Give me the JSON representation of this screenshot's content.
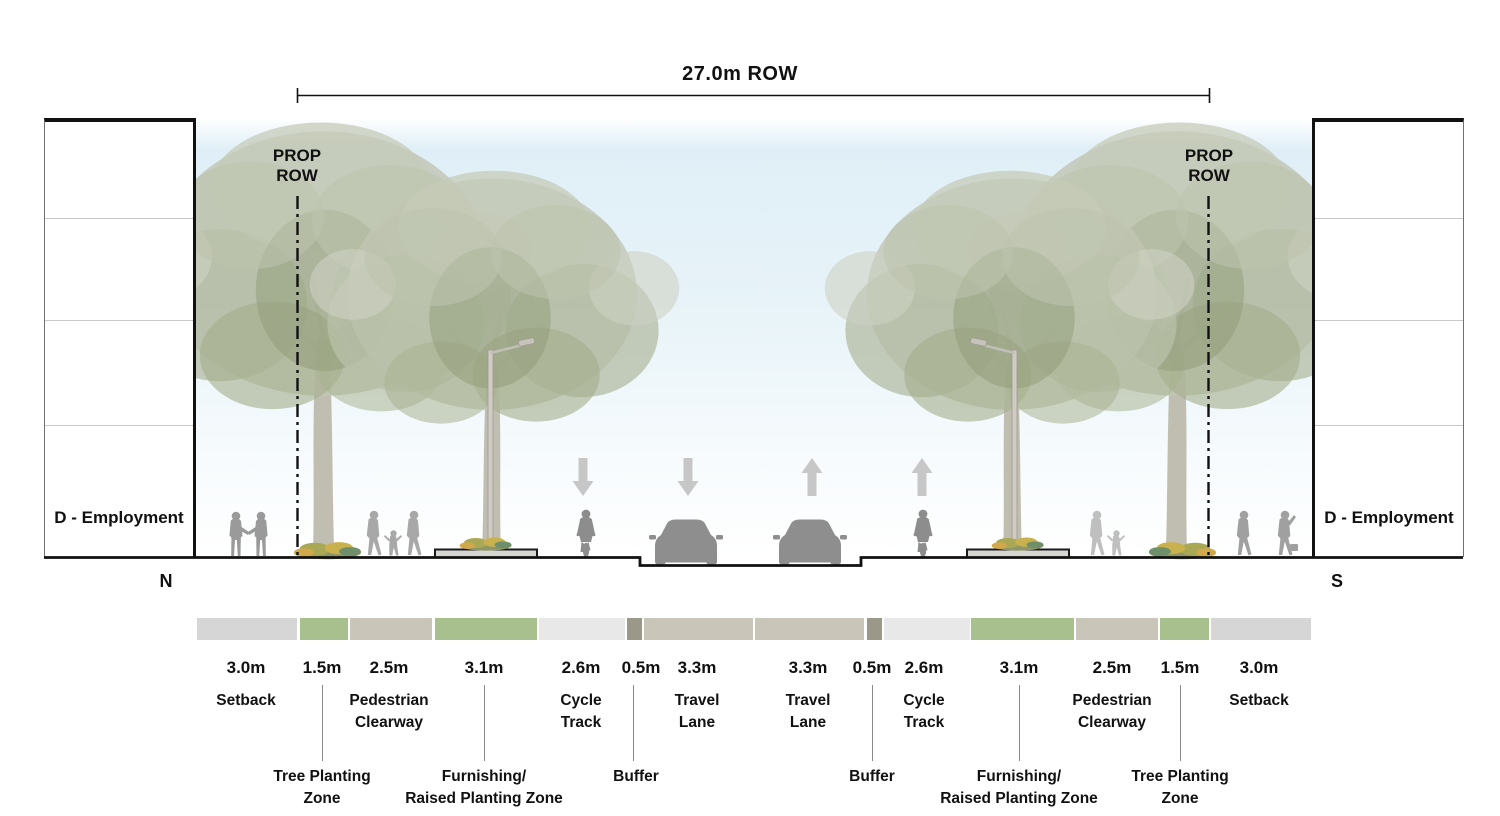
{
  "dimension": {
    "label": "27.0m ROW"
  },
  "prop_row": {
    "line1": "PROP",
    "line2": "ROW"
  },
  "buildings": {
    "left": {
      "label": "D - Employment"
    },
    "right": {
      "label": "D - Employment"
    }
  },
  "compass": {
    "north": "N",
    "south": "S"
  },
  "legend_colors": {
    "setback": "#d6d6d6",
    "planting_green": "#a8c08e",
    "paved_taupe": "#cac5b9",
    "cycle_track": "#e8e8e8",
    "buffer": "#9b988a",
    "sky_blue": "#e7f3f8"
  },
  "zones": [
    {
      "size": "3.0m",
      "name": "Setback",
      "lines": [
        "Setback"
      ],
      "color": "#d6d6d6"
    },
    {
      "size": "1.5m",
      "name": "Tree Planting Zone",
      "lines": [
        "Tree Planting",
        "Zone"
      ],
      "color": "#a8c08e"
    },
    {
      "size": "2.5m",
      "name": "Pedestrian Clearway",
      "lines": [
        "Pedestrian",
        "Clearway"
      ],
      "color": "#cac5b9"
    },
    {
      "size": "3.1m",
      "name": "Furnishing/Raised Planting Zone",
      "lines": [
        "Furnishing/",
        "Raised Planting Zone"
      ],
      "color": "#a8c08e"
    },
    {
      "size": "2.6m",
      "name": "Cycle Track",
      "lines": [
        "Cycle",
        "Track"
      ],
      "color": "#e8e8e8"
    },
    {
      "size": "0.5m",
      "name": "Buffer",
      "lines": [
        "Buffer"
      ],
      "color": "#9b988a"
    },
    {
      "size": "3.3m",
      "name": "Travel Lane",
      "lines": [
        "Travel",
        "Lane"
      ],
      "color": "#cac5b9"
    },
    {
      "size": "3.3m",
      "name": "Travel Lane",
      "lines": [
        "Travel",
        "Lane"
      ],
      "color": "#cac5b9"
    },
    {
      "size": "0.5m",
      "name": "Buffer",
      "lines": [
        "Buffer"
      ],
      "color": "#9b988a"
    },
    {
      "size": "2.6m",
      "name": "Cycle Track",
      "lines": [
        "Cycle",
        "Track"
      ],
      "color": "#e8e8e8"
    },
    {
      "size": "3.1m",
      "name": "Furnishing/Raised Planting Zone",
      "lines": [
        "Furnishing/",
        "Raised Planting Zone"
      ],
      "color": "#a8c08e"
    },
    {
      "size": "2.5m",
      "name": "Pedestrian Clearway",
      "lines": [
        "Pedestrian",
        "Clearway"
      ],
      "color": "#cac5b9"
    },
    {
      "size": "1.5m",
      "name": "Tree Planting Zone",
      "lines": [
        "Tree Planting",
        "Zone"
      ],
      "color": "#a8c08e"
    },
    {
      "size": "3.0m",
      "name": "Setback",
      "lines": [
        "Setback"
      ],
      "color": "#d6d6d6"
    }
  ]
}
